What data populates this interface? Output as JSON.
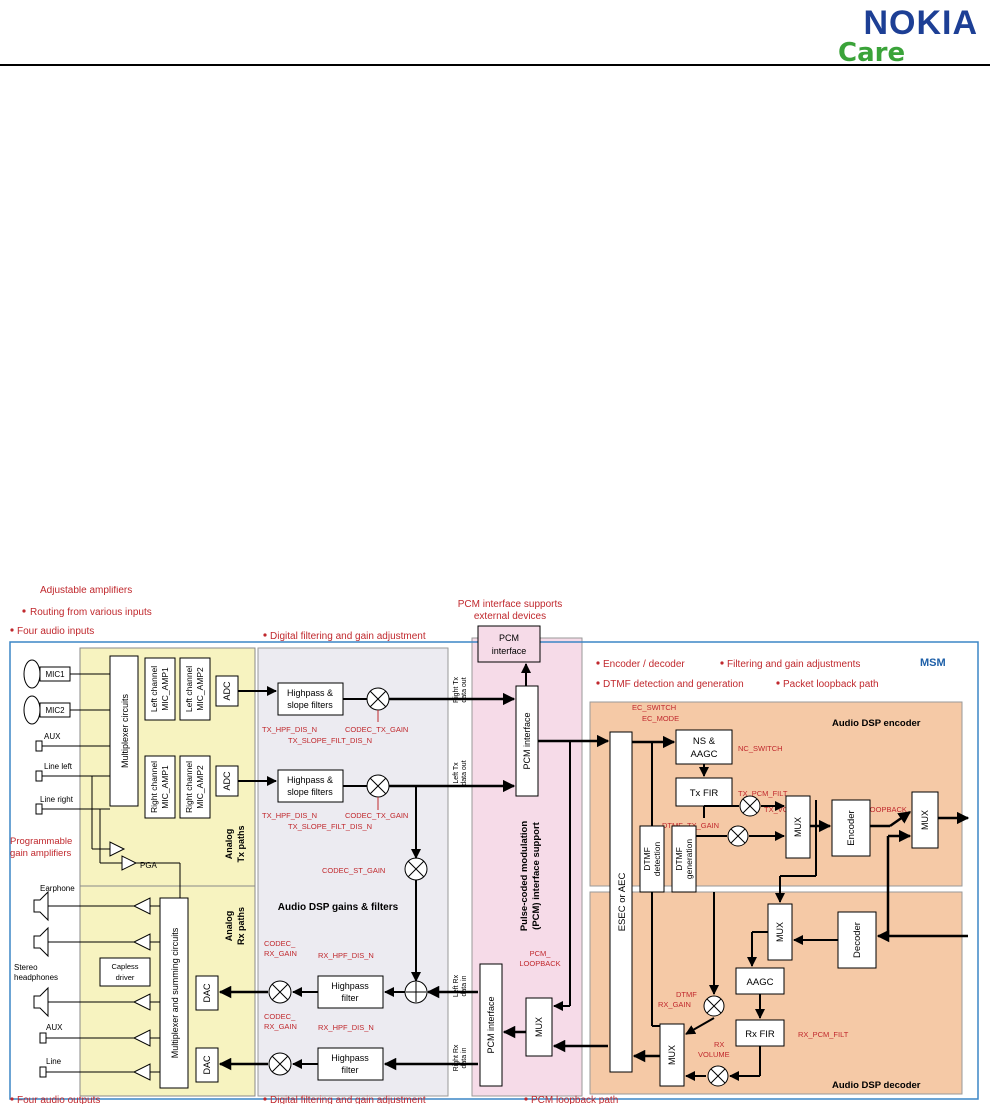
{
  "header": {
    "brand_top": "NOKIA",
    "brand_bottom": "Care"
  },
  "colors": {
    "brand_blue": "#1d3f95",
    "brand_green": "#3aa339",
    "annot_red": "#c0282d",
    "analog_fill": "#f7f3c0",
    "dsp_fill": "#ecebf1",
    "pcm_fill": "#f6dbe8",
    "msm_fill": "#f5c9a6",
    "msm_border": "#3b86c6"
  },
  "diagram": {
    "top_bullets": [
      "Adjustable amplifiers",
      "Routing from various inputs",
      "Four audio inputs"
    ],
    "pga_note": [
      "Programmable",
      "gain amplifiers"
    ],
    "pcm_note": [
      "PCM interface supports",
      "external devices"
    ],
    "dsp_top_bullet": "Digital filtering and gain adjustment",
    "msm_label": "MSM",
    "msm_bullets": [
      "Encoder / decoder",
      "Filtering and gain adjustments",
      "DTMF detection and generation",
      "Packet loopback path"
    ],
    "inputs": [
      "MIC1",
      "MIC2",
      "AUX",
      "Line left",
      "Line right"
    ],
    "outputs": [
      "Earphone",
      "Stereo",
      "headphones",
      "AUX",
      "Line"
    ],
    "analog": {
      "mux_tx": "Multiplexer circuits",
      "left_ch": [
        "Left channel",
        "MIC_AMP1"
      ],
      "left_ch2": [
        "Left channel",
        "MIC_AMP2"
      ],
      "right_ch": [
        "Right channel",
        "MIC_AMP1"
      ],
      "right_ch2": [
        "Right channel",
        "MIC_AMP2"
      ],
      "adc": "ADC",
      "tx_label": [
        "Analog",
        "Tx paths"
      ],
      "rx_label": [
        "Analog",
        "Rx paths"
      ],
      "pga": "PGA",
      "mux_rx": "Multiplexer and summing circuits",
      "capless": [
        "Capless",
        "driver"
      ],
      "dac": "DAC"
    },
    "dsp": {
      "hp_slope": [
        "Highpass &",
        "slope filters"
      ],
      "tx_hpf": "TX_HPF_DIS_N",
      "tx_slope": "TX_SLOPE_FILT_DIS_N",
      "codec_tx_gain": "CODEC_TX_GAIN",
      "codec_st_gain": "CODEC_ST_GAIN",
      "section_title": "Audio DSP gains & filters",
      "codec_rx_gain": [
        "CODEC_",
        "RX_GAIN"
      ],
      "rx_hpf": "RX_HPF_DIS_N",
      "hp_filter": [
        "Highpass",
        "filter"
      ]
    },
    "pcm": {
      "ext_iface": [
        "PCM",
        "interface"
      ],
      "iface": "PCM interface",
      "right_tx": [
        "Right Tx",
        "data out"
      ],
      "left_tx": [
        "Left Tx",
        "data out"
      ],
      "left_rx": [
        "Left Rx",
        "data in"
      ],
      "right_rx": [
        "Right Rx",
        "data in"
      ],
      "support": [
        "Pulse-coded modulation",
        "(PCM) interface support"
      ],
      "loopback": [
        "PCM_",
        "LOOPBACK"
      ],
      "mux": "MUX"
    },
    "msm": {
      "ec_switch": "EC_SWITCH",
      "ec_mode": "EC_MODE",
      "esec": "ESEC or AEC",
      "ns_aagc": [
        "NS &",
        "AAGC"
      ],
      "nc_switch": "NC_SWITCH",
      "encoder_title": "Audio DSP encoder",
      "tx_fir": "Tx FIR",
      "tx_pcm_filt": "TX_PCM_FILT",
      "tx_volume": "TX_VOLUME",
      "packet_loopback": "PACKET_LOOPBACK",
      "dtmf_tx_gain": "DTMF_TX_GAIN",
      "dtmf_det": [
        "DTMF",
        "detection"
      ],
      "dtmf_gen": [
        "DTMF",
        "generation"
      ],
      "mux": "MUX",
      "encoder": "Encoder",
      "decoder": "Decoder",
      "aagc": "AAGC",
      "dtmf_rx_gain": [
        "DTMF",
        "RX_GAIN"
      ],
      "rx_volume": [
        "RX",
        "VOLUME"
      ],
      "rx_fir": "Rx FIR",
      "rx_pcm_filt": "RX_PCM_FILT",
      "decoder_title": "Audio DSP decoder"
    },
    "bottom_bullets": [
      "Four audio outputs",
      "Digital filtering and gain adjustment",
      "PCM loopback path"
    ]
  }
}
